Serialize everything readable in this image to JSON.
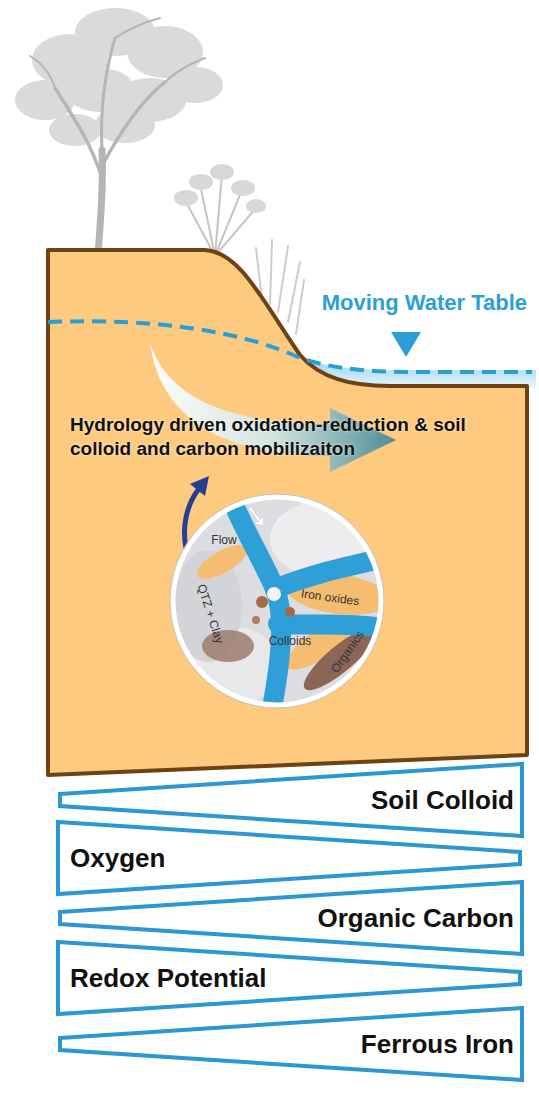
{
  "diagram": {
    "nodes": [
      {
        "text": [
          "Hydrology driven oxidation-reduction & soil colloid and carbon mobilizaiton"
        ]
      },
      {
        "text": [
          "Flow",
          "Iron oxides",
          "QTZ + Clay",
          "Colloids",
          "Organics"
        ],
        "in": 0
      },
      {
        "text": [
          "Soil Colloid"
        ]
      },
      {
        "text": [
          "Oxygen"
        ]
      },
      {
        "text": [
          "Organic Carbon"
        ]
      },
      {
        "text": [
          "Redox Potential"
        ]
      },
      {
        "text": [
          "Ferrous Iron"
        ]
      }
    ],
    "labels": [
      "Moving Water Table"
    ]
  }
}
